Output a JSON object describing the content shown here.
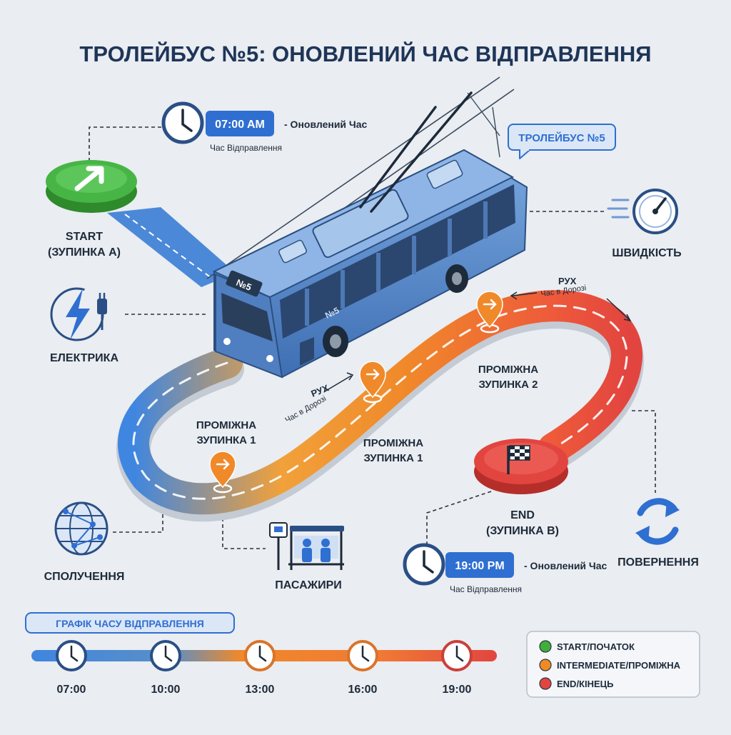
{
  "title": "ТРОЛЕЙБУС №5: ОНОВЛЕНИЙ ЧАС ВІДПРАВЛЕННЯ",
  "colors": {
    "start": "#3fae3a",
    "intermediate": "#f08a24",
    "end": "#e2453f",
    "route_blue": "#3f86e0",
    "bus_body": "#5b8fd0",
    "accent_blue": "#2f6fd1"
  },
  "departure": {
    "time": "07:00 AM",
    "suffix": "- Оновлений Час",
    "sub": "Час Відправлення"
  },
  "arrival": {
    "time": "19:00 PM",
    "suffix": "- Оновлений Час",
    "sub": "Час Відправлення"
  },
  "bus_badge": "ТРОЛЕЙБУС №5",
  "bus_plate": "№5",
  "bus_side_number": "№5",
  "start_stop": {
    "line1": "START",
    "line2": "(ЗУПИНКА А)"
  },
  "end_stop": {
    "line1": "END",
    "line2": "(ЗУПИНКА B)"
  },
  "features": {
    "speed": "ШВИДКІСТЬ",
    "electric": "ЕЛЕКТРИКА",
    "connection": "СПОЛУЧЕННЯ",
    "passengers": "ПАСАЖИРИ",
    "return": "ПОВЕРНЕННЯ"
  },
  "stops": {
    "left_label": [
      "ПРОМІЖНА",
      "ЗУПИНКА 1"
    ],
    "middle_label": [
      "ПРОМІЖНА",
      "ЗУПИНКА 1"
    ],
    "right_label": [
      "ПРОМІЖНА",
      "ЗУПИНКА 2"
    ]
  },
  "movement": {
    "left": {
      "title": "РУХ",
      "sub": "Час в Дорозі"
    },
    "right": {
      "title": "РУХ",
      "sub": "Час в Дорозі"
    }
  },
  "timeline": {
    "label": "ГРАФІК ЧАСУ ВІДПРАВЛЕННЯ",
    "times": [
      "07:00",
      "10:00",
      "13:00",
      "16:00",
      "19:00"
    ]
  },
  "legend": [
    {
      "label": "START/ПОЧАТОК",
      "color": "#3fae3a"
    },
    {
      "label": "INTERMEDIATE/ПРОМІЖНА",
      "color": "#f08a24"
    },
    {
      "label": "END/КІНЕЦЬ",
      "color": "#e2453f"
    }
  ]
}
